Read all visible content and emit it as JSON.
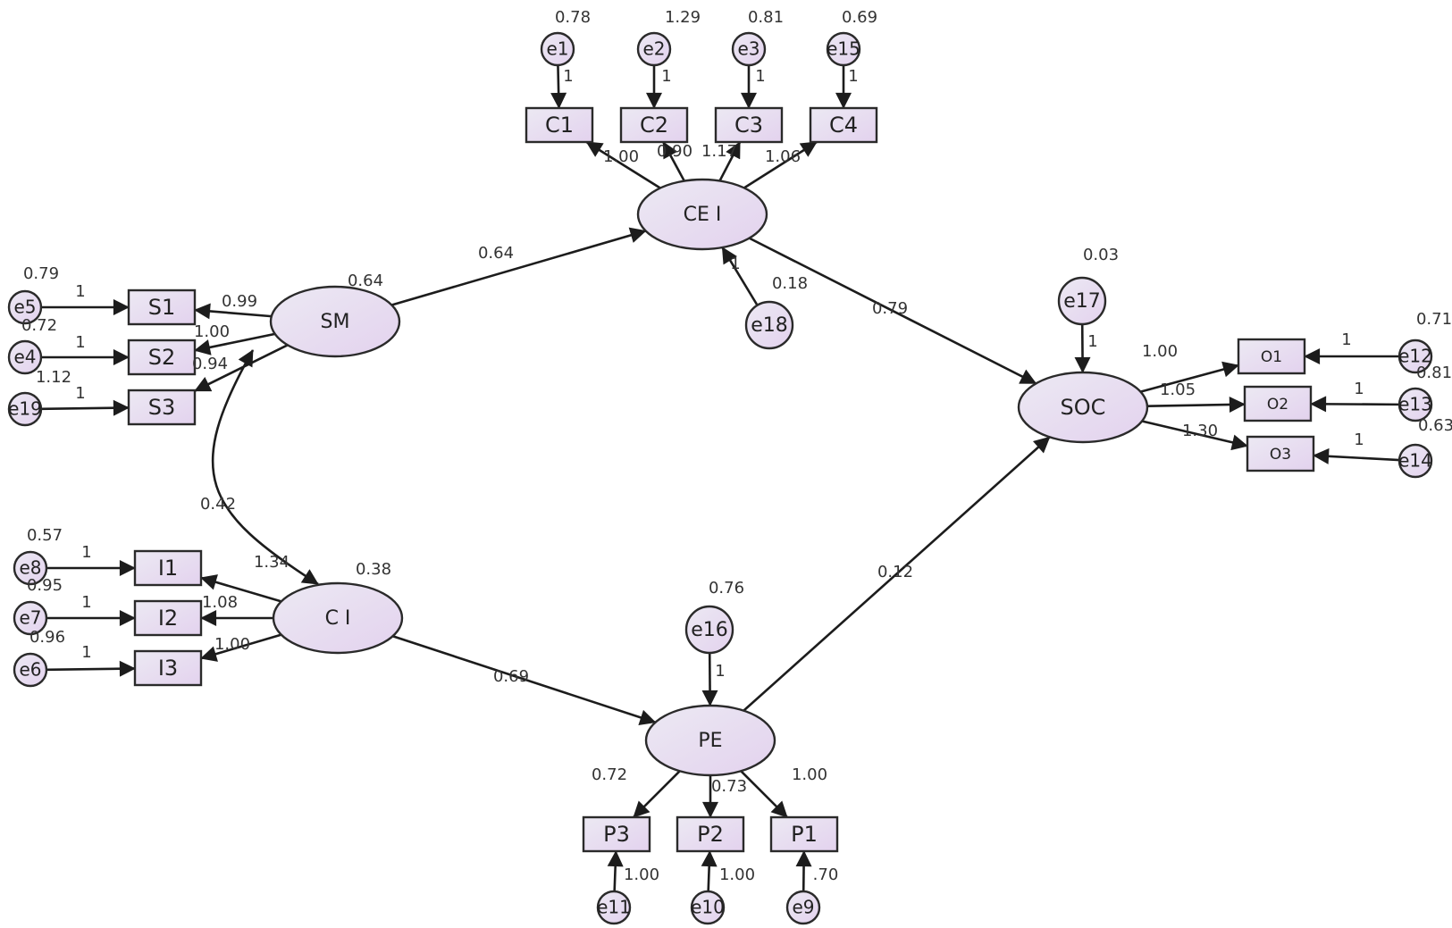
{
  "diagram": {
    "latents": [
      {
        "id": "SM",
        "label": "SM",
        "variance": "0.64"
      },
      {
        "id": "CI",
        "label": "C I",
        "variance": "0.38"
      },
      {
        "id": "CEI",
        "label": "CE I"
      },
      {
        "id": "PE",
        "label": "PE"
      },
      {
        "id": "SOC",
        "label": "SOC"
      }
    ],
    "indicators": [
      {
        "id": "C1",
        "label": "C1"
      },
      {
        "id": "C2",
        "label": "C2"
      },
      {
        "id": "C3",
        "label": "C3"
      },
      {
        "id": "C4",
        "label": "C4"
      },
      {
        "id": "S1",
        "label": "S1"
      },
      {
        "id": "S2",
        "label": "S2"
      },
      {
        "id": "S3",
        "label": "S3"
      },
      {
        "id": "I1",
        "label": "I1"
      },
      {
        "id": "I2",
        "label": "I2"
      },
      {
        "id": "I3",
        "label": "I3"
      },
      {
        "id": "P1",
        "label": "P1"
      },
      {
        "id": "P2",
        "label": "P2"
      },
      {
        "id": "P3",
        "label": "P3"
      },
      {
        "id": "O1",
        "label": "O1"
      },
      {
        "id": "O2",
        "label": "O2"
      },
      {
        "id": "O3",
        "label": "O3"
      }
    ],
    "errors": [
      {
        "id": "e1",
        "label": "e1",
        "variance": "0.78"
      },
      {
        "id": "e2",
        "label": "e2",
        "variance": "1.29"
      },
      {
        "id": "e3",
        "label": "e3",
        "variance": "0.81"
      },
      {
        "id": "e15",
        "label": "e15",
        "variance": "0.69"
      },
      {
        "id": "e5",
        "label": "e5",
        "variance": "0.79"
      },
      {
        "id": "e4",
        "label": "e4",
        "variance": "0.72"
      },
      {
        "id": "e19",
        "label": "e19",
        "variance": "1.12"
      },
      {
        "id": "e8",
        "label": "e8",
        "variance": "0.57"
      },
      {
        "id": "e7",
        "label": "e7",
        "variance": "0.95"
      },
      {
        "id": "e6",
        "label": "e6",
        "variance": "0.96"
      },
      {
        "id": "e18",
        "label": "e18",
        "variance": "0.18"
      },
      {
        "id": "e17",
        "label": "e17",
        "variance": "0.03"
      },
      {
        "id": "e16",
        "label": "e16",
        "variance": "0.76"
      },
      {
        "id": "e12",
        "label": "e12",
        "variance": "0.71"
      },
      {
        "id": "e13",
        "label": "e13",
        "variance": "0.81"
      },
      {
        "id": "e14",
        "label": "e14",
        "variance": "0.63"
      },
      {
        "id": "e11",
        "label": "e11"
      },
      {
        "id": "e10",
        "label": "e10"
      },
      {
        "id": "e9",
        "label": "e9"
      }
    ],
    "paths": [
      {
        "from": "CEI",
        "to": "C1",
        "weight": "1.00"
      },
      {
        "from": "CEI",
        "to": "C2",
        "weight": "0.90"
      },
      {
        "from": "CEI",
        "to": "C3",
        "weight": "1.17"
      },
      {
        "from": "CEI",
        "to": "C4",
        "weight": "1.06"
      },
      {
        "from": "e1",
        "to": "C1",
        "weight": "1"
      },
      {
        "from": "e2",
        "to": "C2",
        "weight": "1"
      },
      {
        "from": "e3",
        "to": "C3",
        "weight": "1"
      },
      {
        "from": "e15",
        "to": "C4",
        "weight": "1"
      },
      {
        "from": "SM",
        "to": "S1",
        "weight": "0.99"
      },
      {
        "from": "SM",
        "to": "S2",
        "weight": "1.00"
      },
      {
        "from": "SM",
        "to": "S3",
        "weight": "0.94"
      },
      {
        "from": "e5",
        "to": "S1",
        "weight": "1"
      },
      {
        "from": "e4",
        "to": "S2",
        "weight": "1"
      },
      {
        "from": "e19",
        "to": "S3",
        "weight": "1"
      },
      {
        "from": "CI",
        "to": "I1",
        "weight": "1.34"
      },
      {
        "from": "CI",
        "to": "I2",
        "weight": "1.08"
      },
      {
        "from": "CI",
        "to": "I3",
        "weight": "1.00"
      },
      {
        "from": "e8",
        "to": "I1",
        "weight": "1"
      },
      {
        "from": "e7",
        "to": "I2",
        "weight": "1"
      },
      {
        "from": "e6",
        "to": "I3",
        "weight": "1"
      },
      {
        "from": "SM",
        "to": "CEI",
        "weight": "0.64"
      },
      {
        "from": "e18",
        "to": "CEI",
        "weight": "1"
      },
      {
        "from": "CEI",
        "to": "SOC",
        "weight": "0.79"
      },
      {
        "from": "CI",
        "to": "PE",
        "weight": "0.69"
      },
      {
        "from": "PE",
        "to": "SOC",
        "weight": "0.12"
      },
      {
        "from": "e17",
        "to": "SOC",
        "weight": "1"
      },
      {
        "from": "e16",
        "to": "PE",
        "weight": "1"
      },
      {
        "from": "SOC",
        "to": "O1",
        "weight": "1.00"
      },
      {
        "from": "SOC",
        "to": "O2",
        "weight": "1.05"
      },
      {
        "from": "SOC",
        "to": "O3",
        "weight": "1.30"
      },
      {
        "from": "e12",
        "to": "O1",
        "weight": "1"
      },
      {
        "from": "e13",
        "to": "O2",
        "weight": "1"
      },
      {
        "from": "e14",
        "to": "O3",
        "weight": "1"
      },
      {
        "from": "PE",
        "to": "P3",
        "weight": "0.72"
      },
      {
        "from": "PE",
        "to": "P2",
        "weight": "0.73"
      },
      {
        "from": "PE",
        "to": "P1",
        "weight": "1.00"
      },
      {
        "from": "e11",
        "to": "P3",
        "weight": "1.00"
      },
      {
        "from": "e10",
        "to": "P2",
        "weight": "1.00"
      },
      {
        "from": "e9",
        "to": "P1",
        "weight": ".70"
      }
    ],
    "covariances": [
      {
        "a": "SM",
        "b": "CI",
        "value": "0.42"
      }
    ],
    "colors": {
      "node_fill_light": "#ece9f3",
      "node_fill_dark": "#e3d2ee",
      "stroke": "#1c1c1c",
      "text": "#222222"
    }
  }
}
